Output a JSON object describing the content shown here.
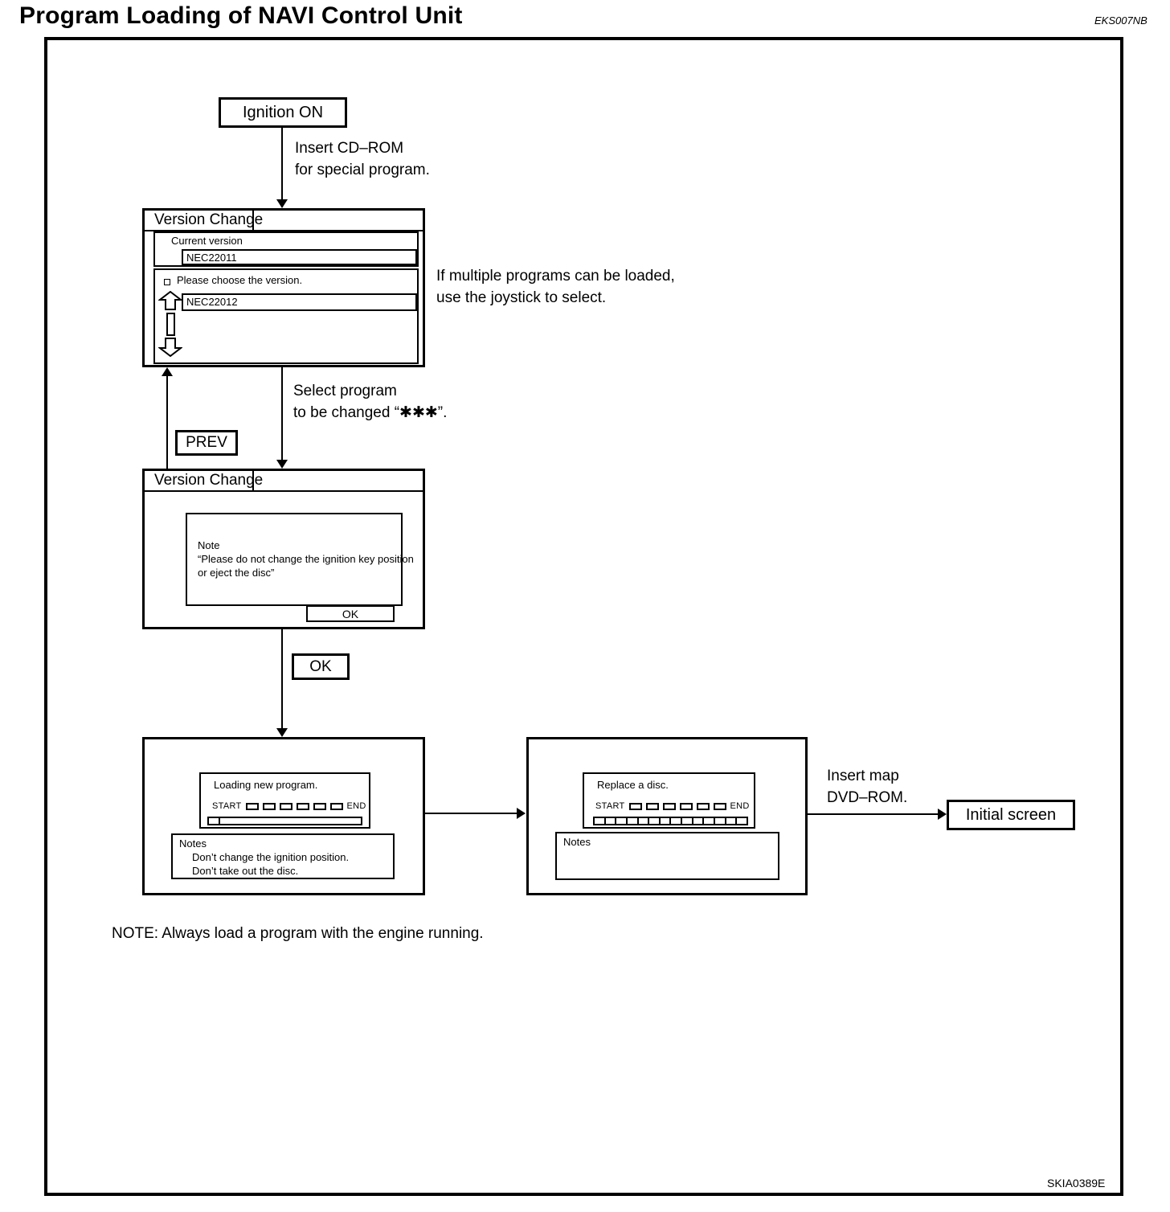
{
  "page": {
    "title": "Program Loading of NAVI Control Unit",
    "doc_code": "EKS007NB",
    "figure_code": "SKIA0389E",
    "note": "NOTE: Always load a program with the engine running."
  },
  "flow": {
    "ignition_on": "Ignition ON",
    "insert_cd_line1": "Insert CD–ROM",
    "insert_cd_line2": "for special program.",
    "multi_line1": "If multiple programs can be loaded,",
    "multi_line2": "use the joystick to select.",
    "select_line1": "Select program",
    "select_line2": "to be changed “✱✱✱”.",
    "prev": "PREV",
    "ok": "OK",
    "insert_map_line1": "Insert map",
    "insert_map_line2": "DVD–ROM.",
    "initial_screen": "Initial screen"
  },
  "version_select_screen": {
    "title": "Version Change",
    "current_version_label": "Current version",
    "current_version_value": "NEC22011",
    "prompt": "Please choose the version.",
    "selected_version": "NEC22012"
  },
  "confirm_screen": {
    "title": "Version Change",
    "note_line1": "Note",
    "note_line2": "“Please do not change the ignition key position",
    "note_line3": "or eject the disc”",
    "ok": "OK"
  },
  "loading_screen": {
    "message": "Loading new program.",
    "start": "START",
    "end": "END",
    "progress_box_count": 6,
    "notes_title": "Notes",
    "note_line1": "Don’t change the ignition position.",
    "note_line2": "Don’t take out the disc."
  },
  "replace_screen": {
    "message": "Replace a disc.",
    "start": "START",
    "end": "END",
    "progress_box_count": 6,
    "bar_segment_count": 14,
    "notes_title": "Notes"
  }
}
